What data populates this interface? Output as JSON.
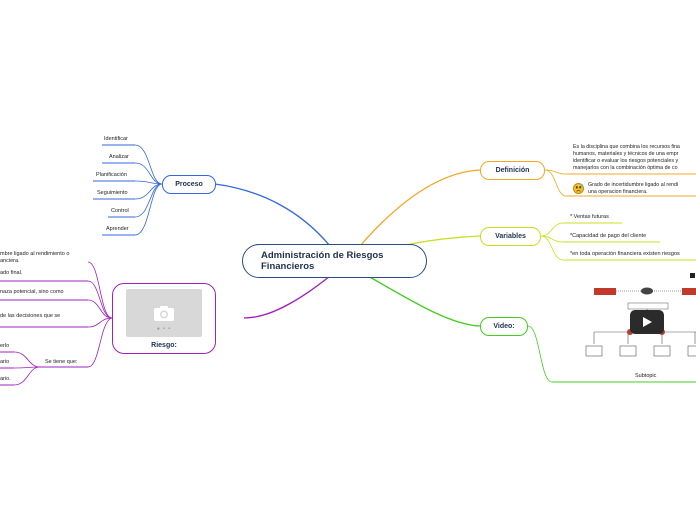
{
  "center": {
    "title": "Administración de Riesgos Financieros"
  },
  "proceso": {
    "label": "Proceso",
    "items": [
      "Identificar",
      "Analizar",
      "Planificación",
      "Seguimiento",
      "Control",
      "Aprender"
    ]
  },
  "riesgo": {
    "label": "Riesgo:",
    "items": [
      "mbre ligado al rendimiento o\nanciera.",
      "ado final.",
      "naza potencial, sino como",
      "de las decisiones que se"
    ],
    "se_tiene_que": {
      "label": "Se tiene que:",
      "items": [
        "erlo",
        "ario",
        "ario."
      ]
    }
  },
  "definicion": {
    "label": "Definición",
    "items": [
      "Es la disciplina que combina los recursos fina\nhumanos, materiales y técnicos de una empr\nidentificar o evaluar los riesgos potenciales y\nmanejarlos con la combinación óptima de co",
      "Grado de incertidumbre ligado al rendi\nuna operacion financiera."
    ],
    "emoji_icon": "worried-face-icon"
  },
  "variables": {
    "label": "Variables",
    "items": [
      "*  Ventas futuras",
      "*Capacidad de pago del cliente",
      "*en toda operación financiera existen riesgos"
    ]
  },
  "video": {
    "label": "Video:",
    "subtopic": "Subtopic"
  },
  "colors": {
    "proceso": "#3366e0",
    "riesgo": "#a020c0",
    "definicion": "#f5a623",
    "variables": "#ccdd22",
    "video": "#44cc22",
    "center_border": "#2a4a8a"
  }
}
